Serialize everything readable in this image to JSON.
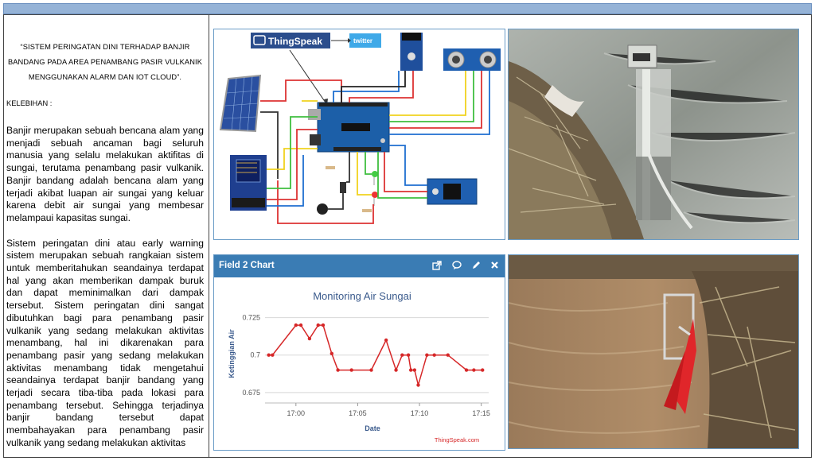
{
  "document": {
    "title": "“SISTEM PERINGATAN DINI TERHADAP BANJIR BANDANG PADA AREA PENAMBANG PASIR VULKANIK MENGGUNAKAN ALARM DAN IOT CLOUD”.",
    "title_lines": [
      "“SISTEM PERINGATAN DINI TERHADAP BANJIR",
      "BANDANG PADA AREA PENAMBANG PASIR VULKANIK",
      "MENGGUNAKAN ALARM DAN IOT CLOUD”."
    ],
    "section_heading": "KELEBIHAN :",
    "paragraph1": "Banjir merupakan sebuah bencana alam yang menjadi sebuah ancaman bagi seluruh manusia yang selalu melakukan aktifitas di sungai, terutama penambang pasir vulkanik. Banjir bandang adalah bencana alam yang terjadi akibat luapan air sungai yang keluar karena debit air sungai yang membesar melampaui kapasitas sungai.",
    "paragraph2": "Sistem peringatan dini atau early warning sistem merupakan sebuah rangkaian sistem untuk memberitahukan seandainya terdapat hal yang akan memberikan dampak buruk dan dapat meminimalkan dari dampak tersebut. Sistem peringatan dini sangat dibutuhkan bagi para penambang pasir vulkanik yang sedang melakukan aktivitas menambang, hal ini dikarenakan para penambang pasir yang sedang melakukan aktivitas menambang tidak mengetahui seandainya terdapat banjir bandang yang terjadi secara tiba-tiba pada lokasi para penambang tersebut. Sehingga terjadinya banjir bandang tersebut dapat membahayakan para penambang pasir vulkanik yang sedang melakukan aktivitas"
  },
  "diagram": {
    "thingspeak_label": "ThingSpeak",
    "twitter_label": "twitter"
  },
  "chart_panel": {
    "header_title": "Field 2 Chart",
    "icons": [
      "external-link-icon",
      "comment-icon",
      "pencil-icon",
      "close-icon"
    ],
    "header_color": "#3a7cb4"
  },
  "chart_data": {
    "type": "line",
    "title": "Monitoring Air Sungai",
    "xlabel": "Date",
    "ylabel": "Ketinggian Air",
    "credit": "ThingSpeak.com",
    "x_ticks": [
      "17:00",
      "17:05",
      "17:10",
      "17:15"
    ],
    "y_ticks": [
      "0.725",
      "0.7",
      "0.675"
    ],
    "ylim": [
      0.668,
      0.728
    ],
    "xlim_minutes": [
      -2.5,
      15.6
    ],
    "series": [
      {
        "color": "#d62728",
        "x": [
          -2.2,
          -1.9,
          0,
          0.4,
          1.1,
          1.8,
          2.2,
          2.9,
          3.4,
          4.5,
          6.1,
          7.3,
          8.1,
          8.6,
          9.1,
          9.3,
          9.6,
          9.9,
          10.6,
          11.2,
          12.3,
          13.8,
          14.4,
          15.1
        ],
        "y": [
          0.7,
          0.7,
          0.72,
          0.72,
          0.711,
          0.72,
          0.72,
          0.701,
          0.69,
          0.69,
          0.69,
          0.71,
          0.69,
          0.7,
          0.7,
          0.69,
          0.69,
          0.68,
          0.7,
          0.7,
          0.7,
          0.69,
          0.69,
          0.69
        ]
      }
    ]
  }
}
